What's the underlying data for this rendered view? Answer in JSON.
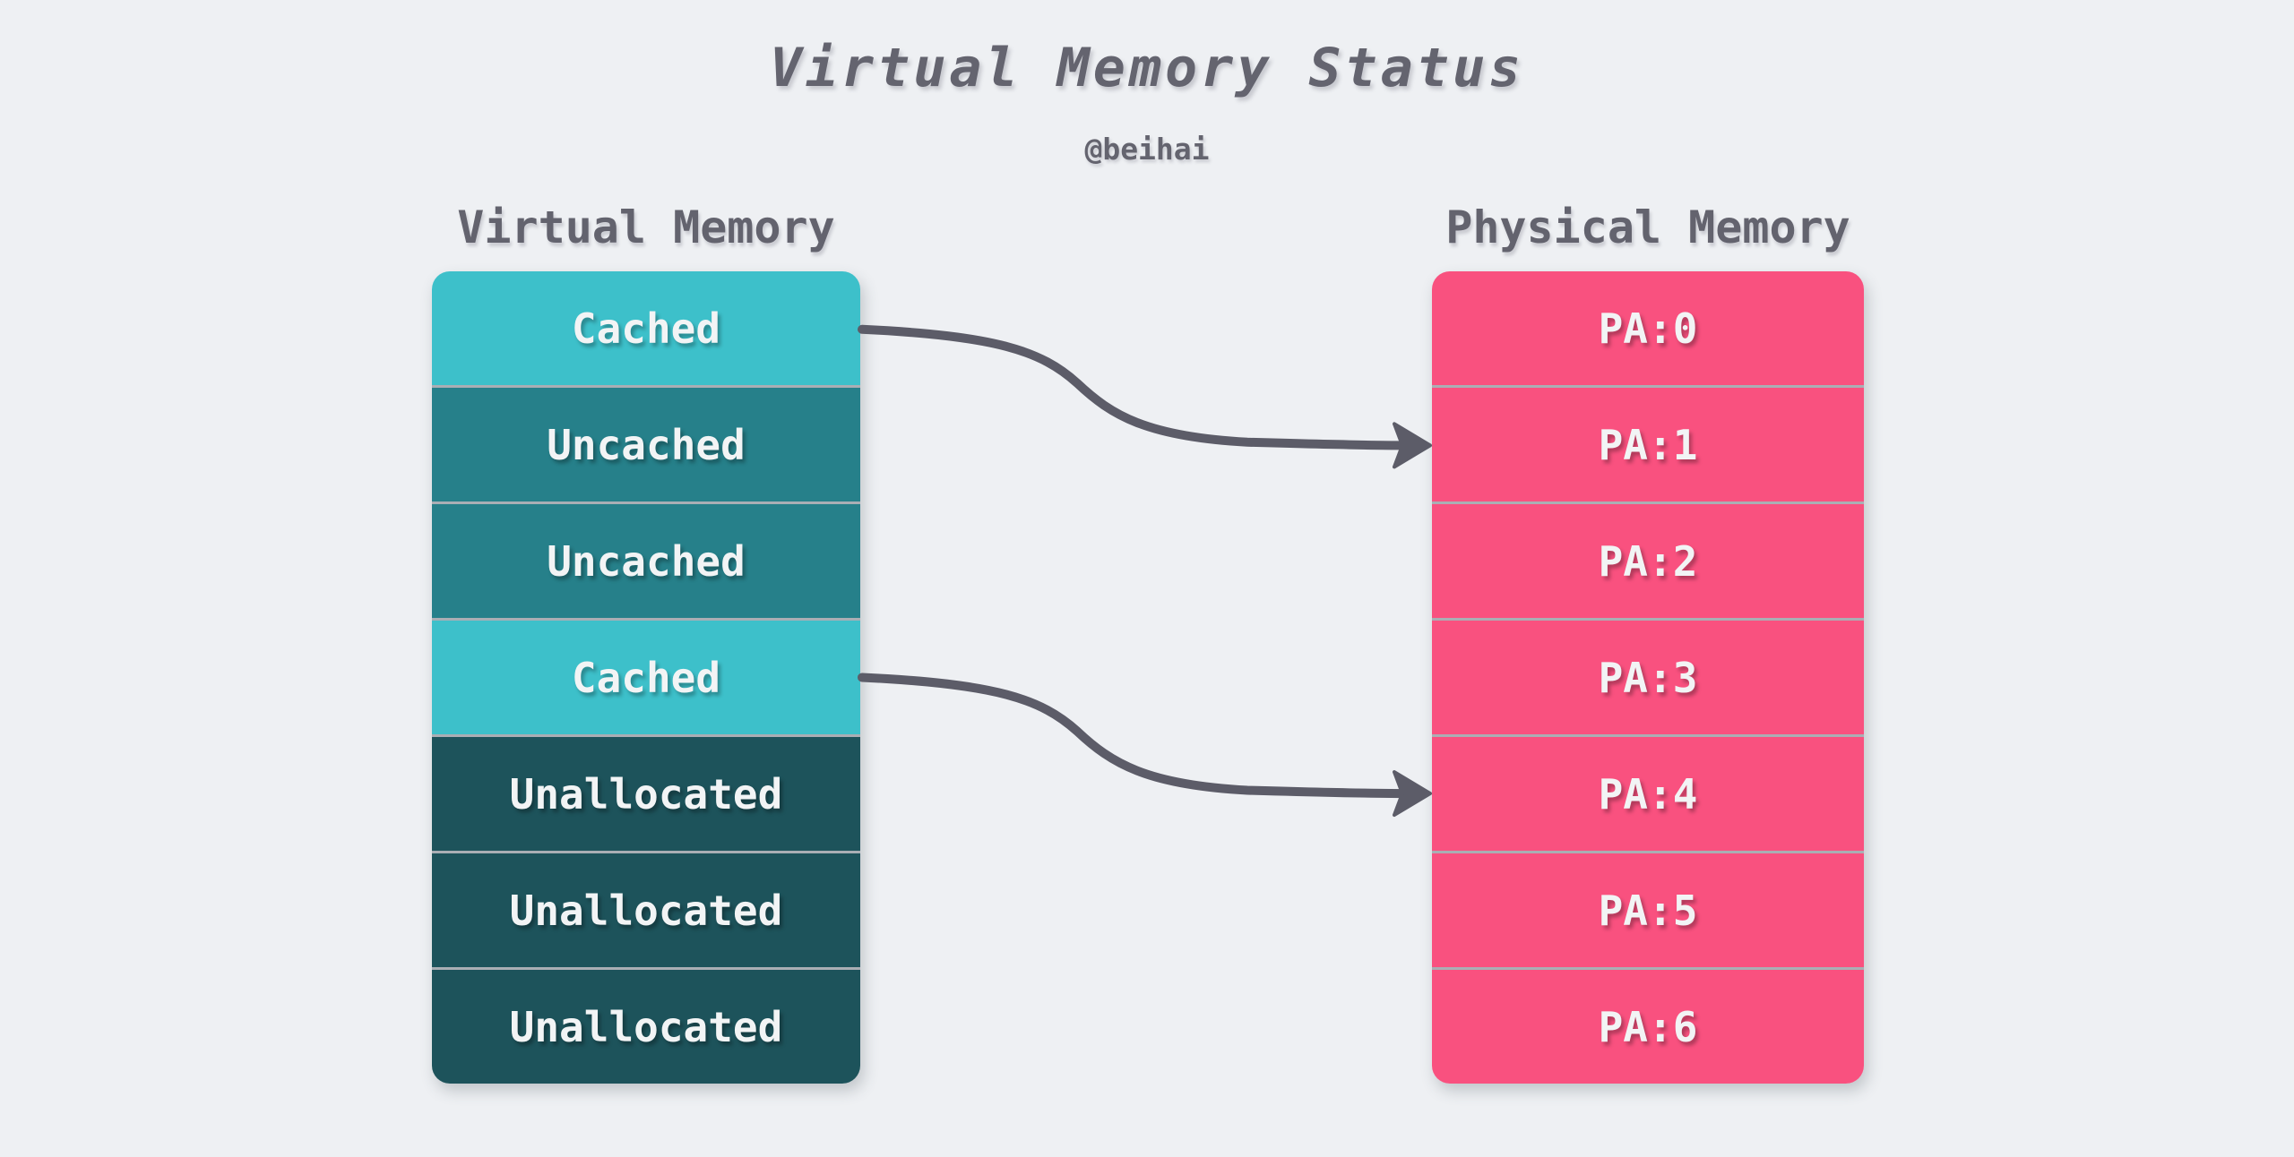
{
  "title": "Virtual Memory Status",
  "subtitle": "@beihai",
  "colors": {
    "background": "#EEF0F3",
    "cached": "#3DC0CA",
    "uncached": "#26808A",
    "unallocated": "#1D535B",
    "physical": "#F9517F",
    "arrow": "#5C5C68",
    "heading": "#64646F",
    "block_text": "#F2F4F5",
    "separator": "#AAAEB4"
  },
  "virtual_memory": {
    "header": "Virtual Memory",
    "blocks": [
      {
        "label": "Cached",
        "state": "cached"
      },
      {
        "label": "Uncached",
        "state": "uncached"
      },
      {
        "label": "Uncached",
        "state": "uncached"
      },
      {
        "label": "Cached",
        "state": "cached"
      },
      {
        "label": "Unallocated",
        "state": "unallocated"
      },
      {
        "label": "Unallocated",
        "state": "unallocated"
      },
      {
        "label": "Unallocated",
        "state": "unallocated"
      }
    ]
  },
  "physical_memory": {
    "header": "Physical Memory",
    "blocks": [
      {
        "label": "PA:0"
      },
      {
        "label": "PA:1"
      },
      {
        "label": "PA:2"
      },
      {
        "label": "PA:3"
      },
      {
        "label": "PA:4"
      },
      {
        "label": "PA:5"
      },
      {
        "label": "PA:6"
      }
    ]
  },
  "mappings": [
    {
      "from_index": 0,
      "to_index": 1
    },
    {
      "from_index": 3,
      "to_index": 4
    }
  ]
}
